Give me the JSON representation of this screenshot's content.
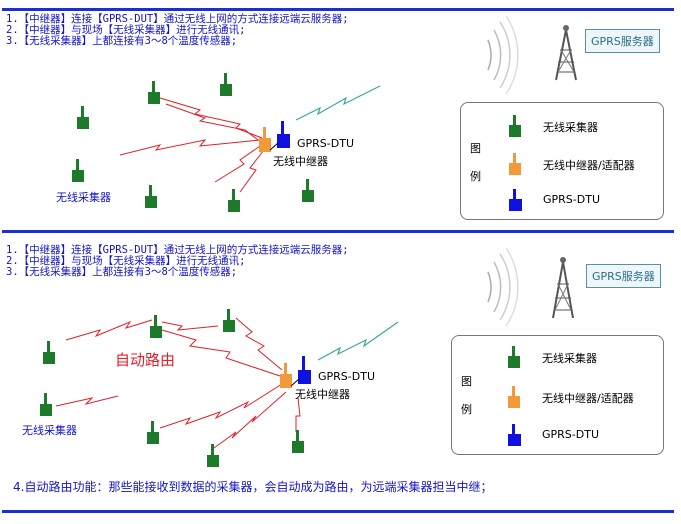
{
  "top": {
    "notes": [
      "1.【中继器】连接【GPRS-DUT】通过无线上网的方式连接远端云服务器;",
      "2.【中继器】与现场【无线采集器】进行无线通讯;",
      "3.【无线采集器】上都连接有3～8个温度传感器;"
    ],
    "server_label": "GPRS服务器",
    "dtu_label": "GPRS-DTU",
    "repeater_label": "无线中继器",
    "collector_label": "无线采集器",
    "legend": {
      "side": [
        "图",
        "例"
      ],
      "items": [
        "无线采集器",
        "无线中继器/适配器",
        "GPRS-DTU"
      ]
    }
  },
  "bottom": {
    "notes": [
      "1.【中继器】连接【GPRS-DUT】通过无线上网的方式连接远端云服务器;",
      "2.【中继器】与现场【无线采集器】进行无线通讯;",
      "3.【无线采集器】上都连接有3～8个温度传感器;"
    ],
    "server_label": "GPRS服务器",
    "dtu_label": "GPRS-DTU",
    "repeater_label": "无线中继器",
    "collector_label": "无线采集器",
    "auto_route_label": "自动路由",
    "legend": {
      "side": [
        "图",
        "例"
      ],
      "items": [
        "无线采集器",
        "无线中继器/适配器",
        "GPRS-DTU"
      ]
    },
    "function_note": "4.自动路由功能：那些能接收到数据的采集器，会自动成为路由，为远端采集器担当中继；"
  },
  "colors": {
    "collector": "#1d7a2a",
    "repeater": "#f2993a",
    "dtu": "#1010e0",
    "link": "#e0202a",
    "uplink": "#3aa6a0",
    "rule": "#1a2fd6",
    "note_text": "#1414c8"
  }
}
